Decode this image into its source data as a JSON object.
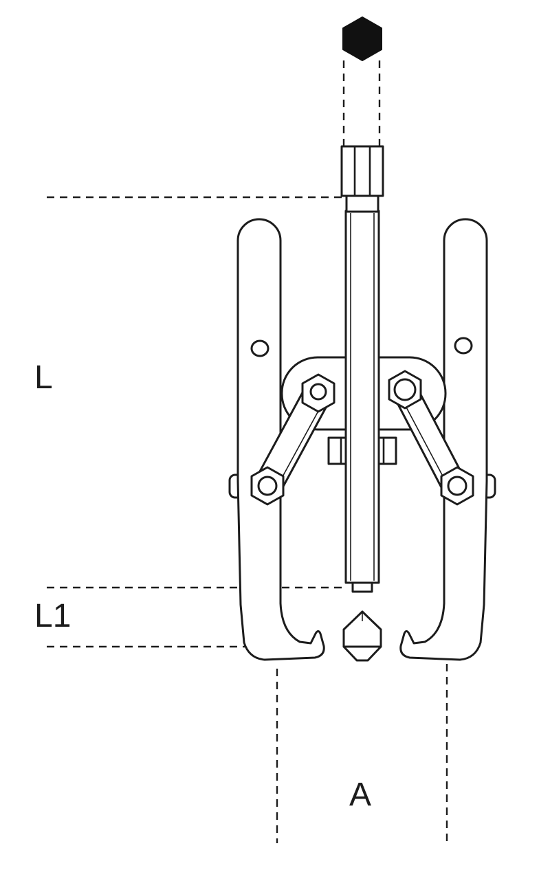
{
  "labels": {
    "L": "L",
    "L1": "L1",
    "A": "A"
  },
  "colors": {
    "line": "#1c1c1c",
    "solid": "#111111",
    "background": "#ffffff"
  }
}
